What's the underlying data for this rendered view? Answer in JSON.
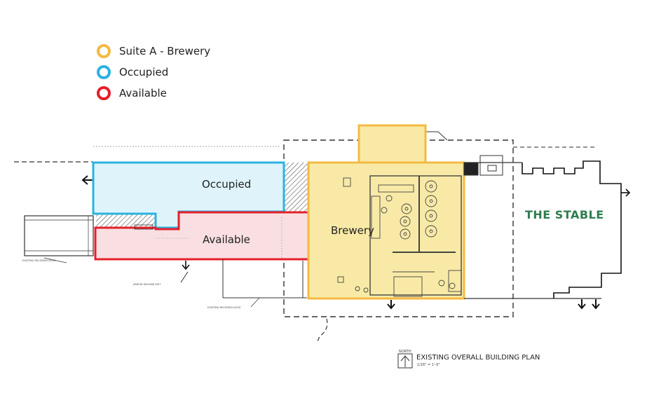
{
  "legend": {
    "items": [
      {
        "label": "Suite A -  Brewery",
        "color": "#f4b942"
      },
      {
        "label": "Occupied",
        "color": "#2ab3e0"
      },
      {
        "label": "Available",
        "color": "#e3202a"
      }
    ]
  },
  "regions": {
    "occupied_label": "Occupied",
    "available_label": "Available",
    "brewery_label": "Brewery",
    "stable_label": "THE STABLE"
  },
  "colors": {
    "occupied_fill": "#dff3fb",
    "occupied_stroke": "#2ab3e0",
    "available_fill": "#f9dfe1",
    "available_stroke": "#e3202a",
    "brewery_fill": "#f8eaa6",
    "brewery_stroke": "#f4b942",
    "stable_text": "#2e7d4f"
  },
  "annotations": {
    "dock_left": "EXISTING RECESSED DOCK",
    "ramp": "ARROW GROUND EXIT",
    "dock_center": "EXISTING RECESSED DOCK"
  },
  "title_block": {
    "north": "NORTH",
    "title": "EXISTING OVERALL BUILDING PLAN",
    "scale": "1/16\" = 1'-0\""
  }
}
